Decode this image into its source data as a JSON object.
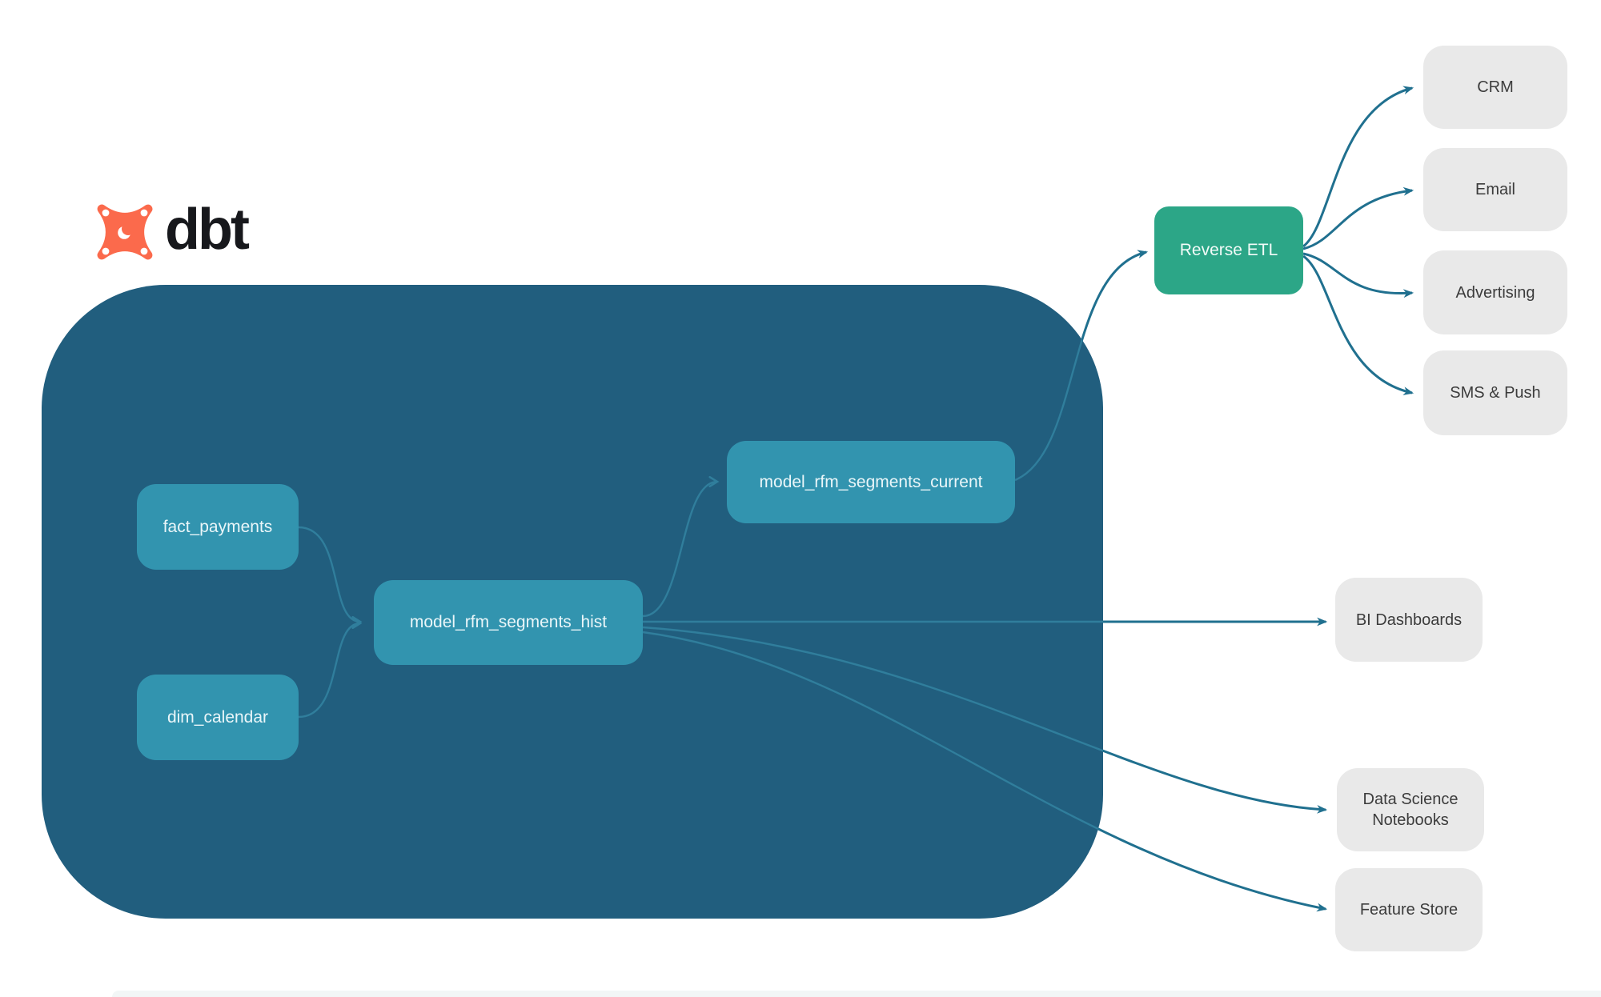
{
  "logo": {
    "text": "dbt"
  },
  "nodes": {
    "fact_payments": {
      "label": "fact_payments",
      "type": "dbt-model"
    },
    "dim_calendar": {
      "label": "dim_calendar",
      "type": "dbt-model"
    },
    "model_rfm_segments_hist": {
      "label": "model_rfm_segments_hist",
      "type": "dbt-model"
    },
    "model_rfm_segments_current": {
      "label": "model_rfm_segments_current",
      "type": "dbt-model"
    },
    "reverse_etl": {
      "label": "Reverse ETL",
      "type": "process"
    },
    "crm": {
      "label": "CRM",
      "type": "destination"
    },
    "email": {
      "label": "Email",
      "type": "destination"
    },
    "advertising": {
      "label": "Advertising",
      "type": "destination"
    },
    "sms_push": {
      "label": "SMS & Push",
      "type": "destination"
    },
    "bi_dashboards": {
      "label": "BI Dashboards",
      "type": "destination"
    },
    "data_science_notebooks": {
      "label": "Data Science Notebooks",
      "type": "destination"
    },
    "feature_store": {
      "label": "Feature Store",
      "type": "destination"
    }
  },
  "edges": [
    {
      "from": "fact_payments",
      "to": "model_rfm_segments_hist"
    },
    {
      "from": "dim_calendar",
      "to": "model_rfm_segments_hist"
    },
    {
      "from": "model_rfm_segments_hist",
      "to": "model_rfm_segments_current"
    },
    {
      "from": "model_rfm_segments_hist",
      "to": "bi_dashboards"
    },
    {
      "from": "model_rfm_segments_hist",
      "to": "data_science_notebooks"
    },
    {
      "from": "model_rfm_segments_hist",
      "to": "feature_store"
    },
    {
      "from": "model_rfm_segments_current",
      "to": "reverse_etl"
    },
    {
      "from": "reverse_etl",
      "to": "crm"
    },
    {
      "from": "reverse_etl",
      "to": "email"
    },
    {
      "from": "reverse_etl",
      "to": "advertising"
    },
    {
      "from": "reverse_etl",
      "to": "sms_push"
    }
  ],
  "colors": {
    "container": "#215E7E",
    "model_box": "#3294AF",
    "reverse_etl_box": "#2CA687",
    "destination_box": "#E9E9E9",
    "arrow": "#20708F",
    "arrow_inside_container": "#307E9C",
    "logo_orange": "#FB6A4C",
    "label_dark": "#3C3C3C"
  }
}
